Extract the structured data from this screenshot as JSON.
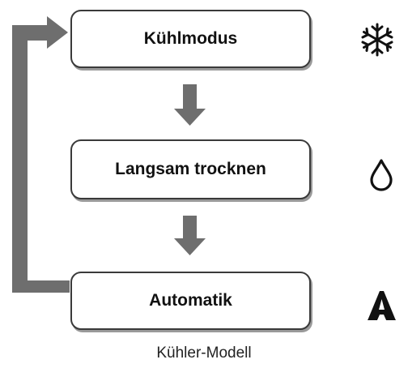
{
  "diagram": {
    "modes": [
      {
        "label": "Kühlmodus",
        "icon": "snowflake-icon"
      },
      {
        "label": "Langsam trocknen",
        "icon": "water-drop-icon"
      },
      {
        "label": "Automatik",
        "icon": "auto-mode-icon"
      }
    ],
    "caption": "Kühler-Modell",
    "colors": {
      "arrow": "#6e6e6e",
      "box_border": "#3a3a3a",
      "text": "#111111"
    }
  }
}
